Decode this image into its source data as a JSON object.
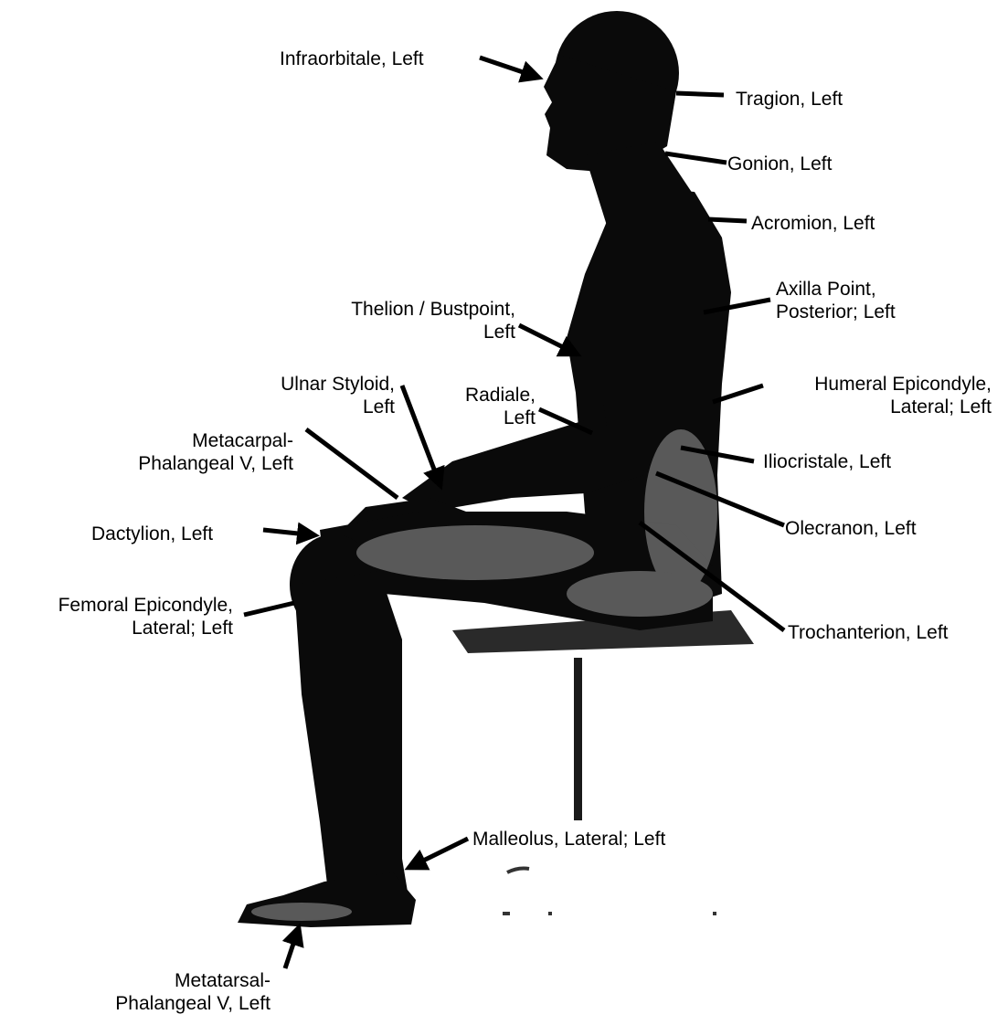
{
  "labels": {
    "infraorbitale": "Infraorbitale, Left",
    "tragion": "Tragion, Left",
    "gonion": "Gonion, Left",
    "acromion": "Acromion, Left",
    "axilla": "Axilla Point,\nPosterior; Left",
    "thelion": "Thelion / Bustpoint,\nLeft",
    "ulnar": "Ulnar Styloid,\nLeft",
    "radiale": "Radiale,\nLeft",
    "humeral": "Humeral Epicondyle,\nLateral; Left",
    "metacarpal": "Metacarpal-\nPhalangeal V, Left",
    "iliocristale": "Iliocristale, Left",
    "dactylion": "Dactylion, Left",
    "olecranon": "Olecranon, Left",
    "femoral": "Femoral Epicondyle,\nLateral; Left",
    "trochanterion": "Trochanterion, Left",
    "malleolus": "Malleolus, Lateral; Left",
    "metatarsal": "Metatarsal-\nPhalangeal V, Left"
  },
  "colors": {
    "figure": "#0a0a0a",
    "arrow": "#000000",
    "highlight": "#d8d8d8",
    "background": "#ffffff"
  }
}
